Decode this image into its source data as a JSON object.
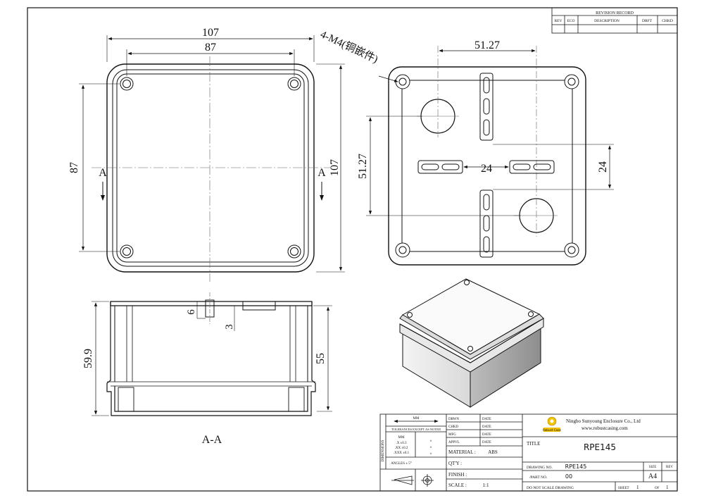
{
  "revision_record": {
    "title": "REVISION RECORD",
    "columns": [
      "REV",
      "ECO",
      "DESCRIPTION",
      "DRFT",
      "CHKD"
    ]
  },
  "top_view": {
    "dim_outer_width": "107",
    "dim_inner_width": "87",
    "dim_inner_height": "87",
    "dim_outer_height": "107",
    "section_mark_left": "A",
    "section_mark_right": "A"
  },
  "bottom_view": {
    "insert_note": "4-M4(铜嵌件)",
    "dim_hole_pitch_h": "51.27",
    "dim_hole_pitch_v": "51.27",
    "dim_slot_h": "24",
    "dim_slot_v": "24"
  },
  "section_view": {
    "dim_total_height": "59.9",
    "dim_body_height": "55",
    "dim_boss": "6",
    "dim_lip": "3",
    "label": "A-A"
  },
  "title_block": {
    "unit_label": "MM",
    "tolerance_label": "TOLERANCES EXCEPT AS NOTED",
    "tolerance_rows": [
      "MM",
      ".X ±0.3",
      ".XX ±0.2",
      ".XXX ±0.1"
    ],
    "tolerance_side": [
      "±",
      "±",
      "±"
    ],
    "angles": "ANGLES ± 5°",
    "side_label": "DIMENSIONS",
    "sign_rows": [
      "DRWN",
      "CHKD",
      "MFG",
      "APPVL"
    ],
    "date_label": "DATE",
    "material_label": "MATERIAL :",
    "material_value": "ABS",
    "qty_label": "QT'Y :",
    "finish_label": "FINISH :",
    "scale_label": "SCALE :",
    "scale_value": "1:1",
    "company_name": "Ningbo Sunyoung Enclosure Co., Ltd",
    "company_url": "www.robustcasing.com",
    "logo_text": "Robust Case",
    "title_label": "TITLE",
    "title_value": "RPE145",
    "drawing_no_label": "DRAWING NO.",
    "drawing_no_value": "RPE145",
    "part_no_label": "/PART NO.",
    "part_no_value": "00",
    "size_label": "SIZE",
    "size_value": "A4",
    "rev_label": "REV",
    "note": "DO NOT SCALE DRAWING",
    "sheet_label": "SHEET",
    "sheet_value": "1",
    "of_label": "OF",
    "of_value": "1"
  }
}
